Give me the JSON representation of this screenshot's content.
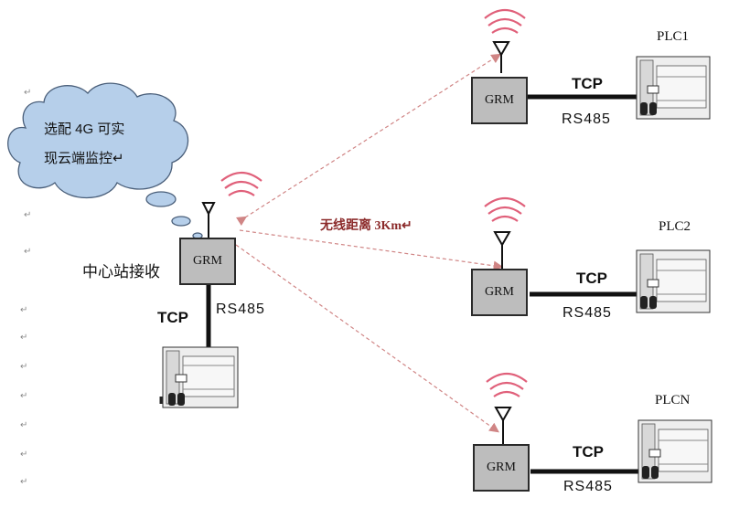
{
  "cloud": {
    "line1": "选配 4G 可实",
    "line2": "现云端监控↵"
  },
  "center": {
    "label": "中心站接收"
  },
  "wireless": {
    "label": "无线距离 3Km↵"
  },
  "grm": {
    "label": "GRM"
  },
  "link": {
    "tcp": "TCP",
    "rs485": "RS485"
  },
  "plc": {
    "names": [
      "PLC1",
      "PLC2",
      "PLCN"
    ]
  },
  "return_mark": "↵",
  "colors": {
    "dash": "#d08585",
    "wave": "#e0607a",
    "device": "#bdbdbd",
    "cloud": "#b6cfea",
    "wireless_text": "#8b2a2a"
  }
}
